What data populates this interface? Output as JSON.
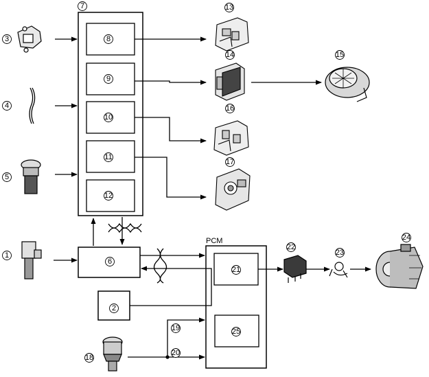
{
  "pcm_label": "PCM",
  "callouts": {
    "c1": "1",
    "c2": "2",
    "c3": "3",
    "c4": "4",
    "c5": "5",
    "c6": "6",
    "c7": "7",
    "c8": "8",
    "c9": "9",
    "c10": "10",
    "c11": "11",
    "c12": "12",
    "c13": "13",
    "c14": "14",
    "c15": "15",
    "c16": "16",
    "c17": "17",
    "c18": "18",
    "c19": "19",
    "c20": "20",
    "c21": "21",
    "c22": "22",
    "c23": "23",
    "c24": "24",
    "c25": "25"
  }
}
